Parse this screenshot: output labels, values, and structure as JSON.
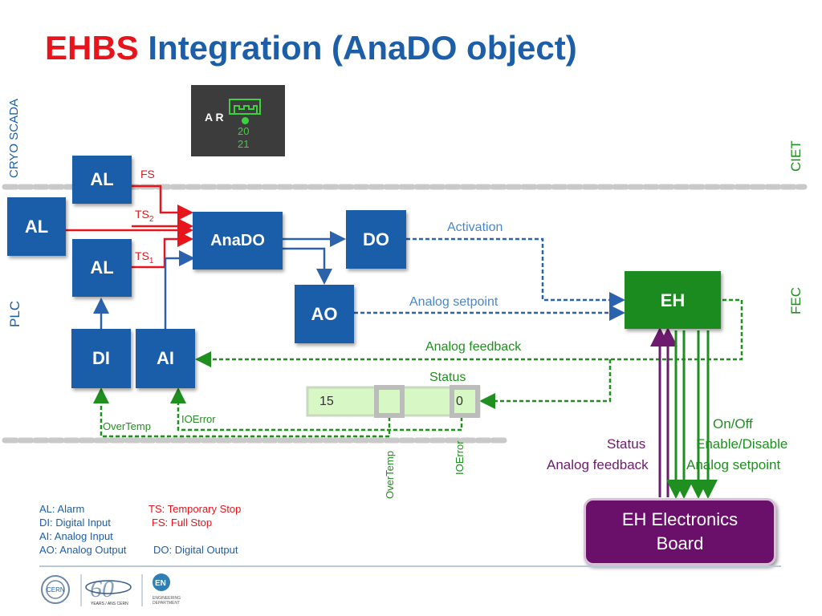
{
  "title": {
    "part1": "EHBS",
    "part2": "Integration (AnaDO object)"
  },
  "side_labels": {
    "cryo_scada": "CRYO SCADA",
    "plc": "PLC",
    "ciet": "CIET",
    "fec": "FEC"
  },
  "hmi": {
    "letters": "A R",
    "line1": "20",
    "line2": "21"
  },
  "boxes": {
    "al_top": "AL",
    "al_left": "AL",
    "al_mid": "AL",
    "anado": "AnaDO",
    "do": "DO",
    "ao": "AO",
    "di": "DI",
    "ai": "AI",
    "eh": "EH"
  },
  "signals": {
    "fs": "FS",
    "ts2": "TS",
    "ts2_sub": "2",
    "ts1": "TS",
    "ts1_sub": "1",
    "activation": "Activation",
    "analog_setpoint": "Analog setpoint",
    "analog_feedback": "Analog feedback",
    "status": "Status",
    "overtemp": "OverTemp",
    "ioerror": "IOError",
    "overtemp_vertical": "OverTemp",
    "ioerror_vertical": "IOError"
  },
  "status_word": {
    "left": "15",
    "right": "0"
  },
  "eh_lines": {
    "on_off": "On/Off",
    "enable_disable": "Enable/Disable",
    "status": "Status",
    "analog_feedback": "Analog feedback",
    "analog_setpoint": "Analog setpoint"
  },
  "eh_board": {
    "line1": "EH Electronics",
    "line2": "Board"
  },
  "legend": {
    "al": "AL: Alarm",
    "di": "DI: Digital Input",
    "ai": "AI: Analog Input",
    "ao": "AO: Analog Output",
    "ts": "TS: Temporary Stop",
    "fs": "FS: Full Stop",
    "do": "DO: Digital Output"
  },
  "footer": {
    "cern": "CERN",
    "years_line": "YEARS / ANS CERN",
    "en": "EN",
    "eng1": "ENGINEERING",
    "eng2": "DEPARTMENT"
  },
  "colors": {
    "title_red": "#e8141b",
    "title_blue": "#1d5ea8",
    "box_blue": "#1a5da8",
    "eh_green": "#1b8a1f",
    "board_purple": "#6a0f6a",
    "signal_red": "#e8141b",
    "dashed_blue": "#2a62ad",
    "dashed_green": "#1f8f1f",
    "line_purple": "#6d1b6d"
  }
}
